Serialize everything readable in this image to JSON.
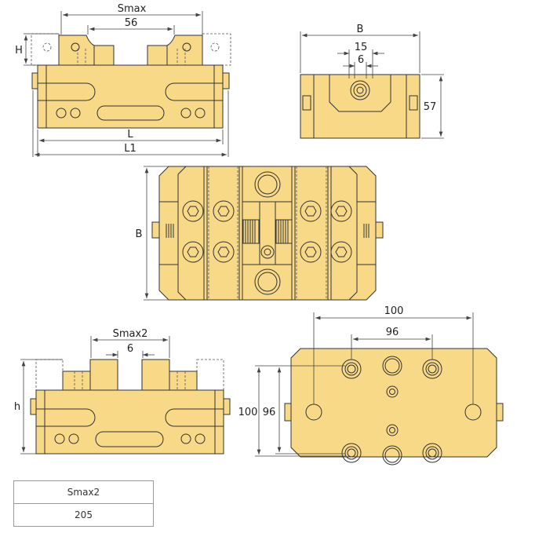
{
  "colors": {
    "body": "#f8d987",
    "line": "#333333"
  },
  "front_view": {
    "smax": "Smax",
    "jaw_gap": "56",
    "height": "H",
    "length": "L",
    "length_overall": "L1"
  },
  "side_view": {
    "width": "B",
    "dim_15": "15",
    "dim_6": "6",
    "height": "57"
  },
  "plan_view": {
    "width": "B"
  },
  "front_view_2": {
    "smax2": "Smax2",
    "dim_6": "6",
    "height": "h"
  },
  "bottom_view": {
    "hole_spacing_x": "100",
    "hole_spacing_x_inner": "96",
    "hole_spacing_y": "100",
    "hole_spacing_y_inner": "96"
  },
  "table": {
    "header": "Smax2",
    "value": "205"
  }
}
